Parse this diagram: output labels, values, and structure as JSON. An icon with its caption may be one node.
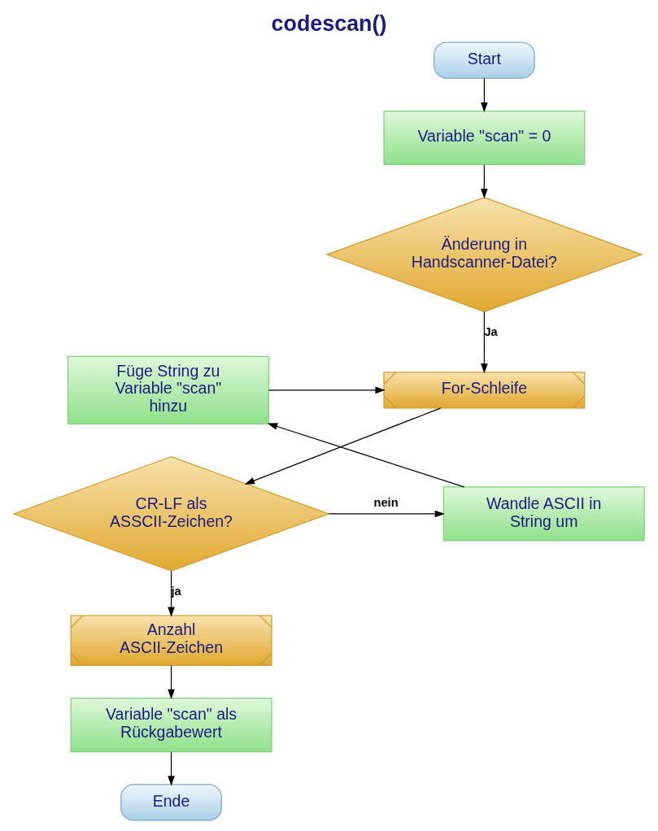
{
  "diagram": {
    "title": "codescan()",
    "nodes": [
      {
        "text": [
          "Start"
        ]
      },
      {
        "text": [
          "Variable \"scan\" = 0"
        ]
      },
      {
        "text": [
          "Änderung in Handscanner-Datei?"
        ]
      },
      {
        "text": [
          "For-Schleife"
        ]
      },
      {
        "text": [
          "CR-LF als ASSCII-Zeichen?"
        ]
      },
      {
        "text": [
          "Wandle ASCII in String um"
        ]
      },
      {
        "text": [
          "Füge String zu Variable \"scan\" hinzu"
        ]
      },
      {
        "text": [
          "Anzahl ASCII-Zeichen"
        ]
      },
      {
        "text": [
          "Variable \"scan\" als Rückgabewert"
        ]
      },
      {
        "text": [
          "Ende"
        ]
      }
    ],
    "edges": [
      {
        "from": 0,
        "to": 1,
        "arrow": "to"
      },
      {
        "from": 1,
        "to": 2,
        "arrow": "to"
      },
      {
        "from": 2,
        "to": 3,
        "arrow": "to",
        "label": "Ja"
      },
      {
        "from": 3,
        "to": 4,
        "arrow": "to"
      },
      {
        "from": 4,
        "to": 5,
        "arrow": "to",
        "label": "nein"
      },
      {
        "from": 5,
        "to": 6,
        "arrow": "to"
      },
      {
        "from": 6,
        "to": 3,
        "arrow": "to"
      },
      {
        "from": 4,
        "to": 7,
        "arrow": "to",
        "label": "ja"
      },
      {
        "from": 7,
        "to": 8,
        "arrow": "to"
      },
      {
        "from": 8,
        "to": 9,
        "arrow": "to"
      }
    ]
  }
}
